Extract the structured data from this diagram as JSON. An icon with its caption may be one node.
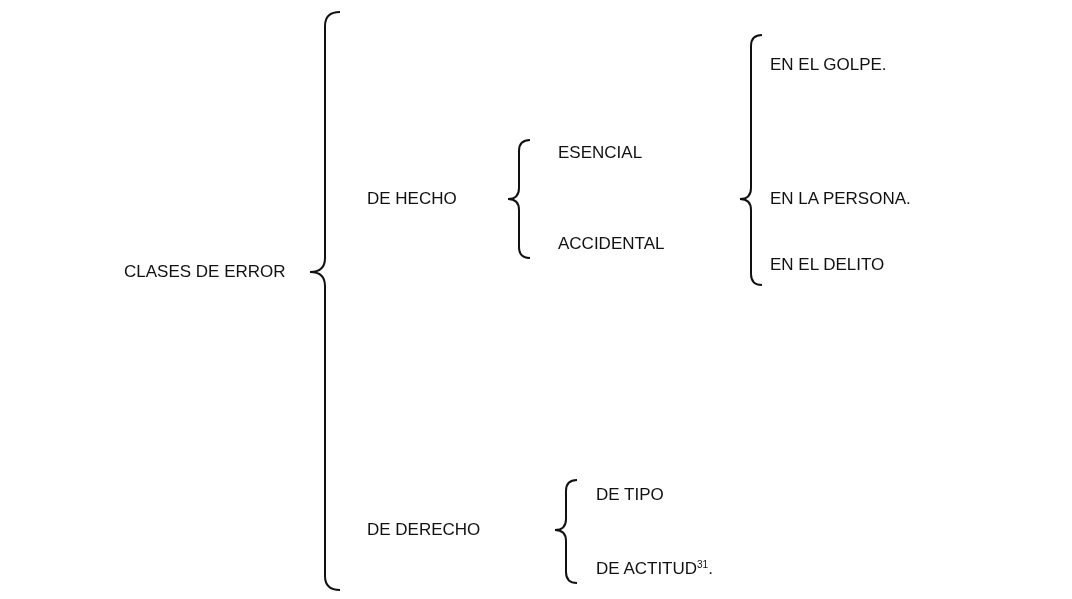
{
  "diagram": {
    "labels": [
      "CLASES DE ERROR",
      "DE HECHO",
      "ESENCIAL",
      "ACCIDENTAL",
      "EN EL GOLPE.",
      "EN LA PERSONA.",
      "EN EL DELITO",
      "DE DERECHO",
      "DE TIPO",
      "DE ACTITUD$^{31}$."
    ]
  }
}
